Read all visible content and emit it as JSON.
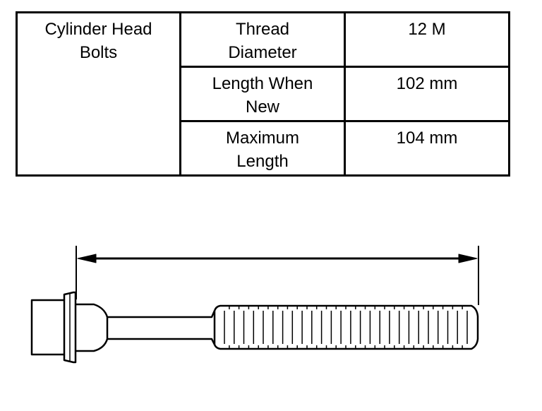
{
  "table": {
    "component": "Cylinder Head\nBolts",
    "rows": [
      {
        "label": "Thread\nDiameter",
        "value": "12 M"
      },
      {
        "label": "Length When\nNew",
        "value": "102 mm"
      },
      {
        "label": "Maximum\nLength",
        "value": "104 mm"
      }
    ]
  },
  "diagram": {
    "subject": "cylinder-head-bolt",
    "dimension": "bolt-length-under-head",
    "thread_count_marks": 26,
    "line_color": "#000000"
  }
}
